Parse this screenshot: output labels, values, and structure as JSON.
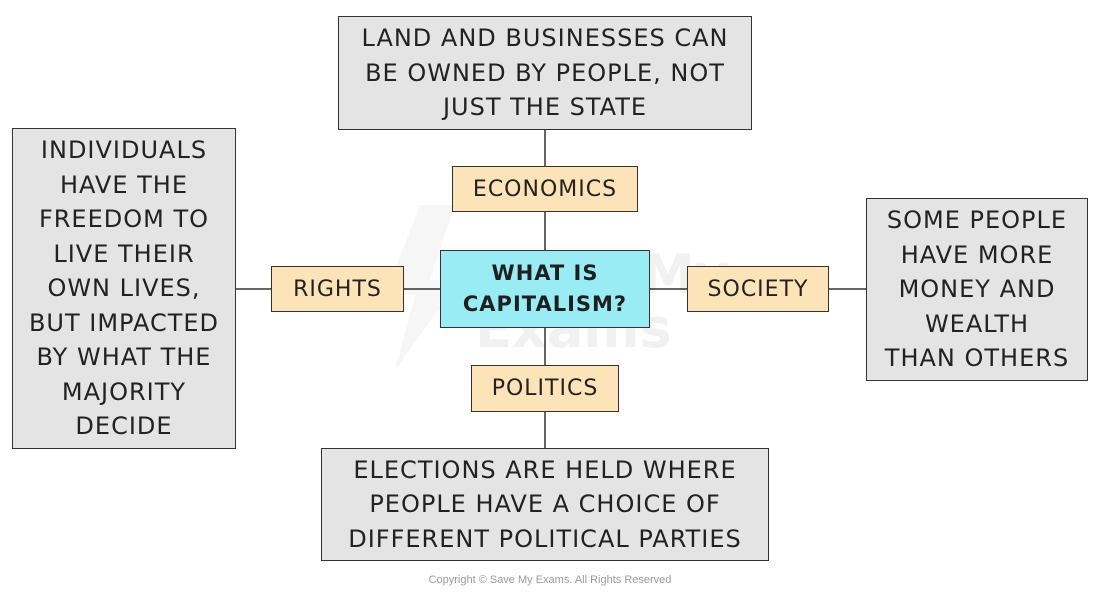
{
  "colors": {
    "center_fill": "#99ecf4",
    "category_fill": "#fde3b8",
    "detail_fill": "#e4e4e4",
    "line": "#333333"
  },
  "center": {
    "text": "WHAT IS\nCAPITALISM?"
  },
  "categories": {
    "economics": "ECONOMICS",
    "rights": "RIGHTS",
    "society": "SOCIETY",
    "politics": "POLITICS"
  },
  "details": {
    "economics": "LAND AND BUSINESSES CAN\nBE OWNED BY PEOPLE, NOT\nJUST THE STATE",
    "rights": "INDIVIDUALS\nHAVE THE\nFREEDOM TO\nLIVE THEIR\nOWN LIVES,\nBUT IMPACTED\nBY WHAT THE\nMAJORITY\nDECIDE",
    "society": "SOME PEOPLE\nHAVE MORE\nMONEY AND\nWEALTH\nTHAN OTHERS",
    "politics": "ELECTIONS ARE HELD WHERE\nPEOPLE HAVE A CHOICE OF\nDIFFERENT POLITICAL PARTIES"
  },
  "watermark": {
    "text": "Save My\nExams"
  },
  "footer": {
    "copyright": "Copyright © Save My Exams. All Rights Reserved"
  }
}
